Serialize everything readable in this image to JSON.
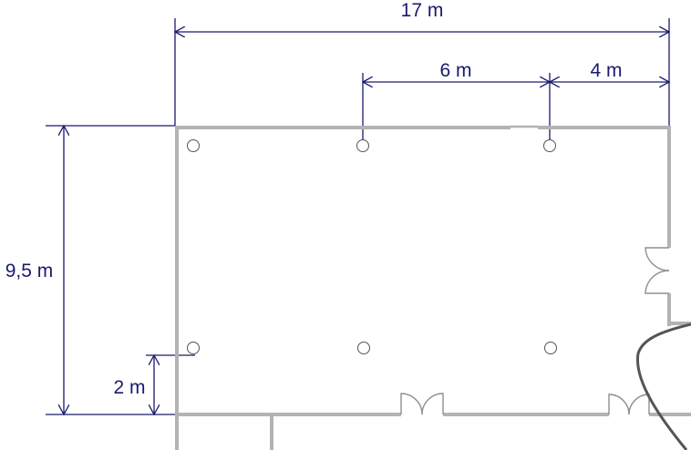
{
  "dimensions": {
    "overall_width": "17 m",
    "column_spacing": "6 m",
    "end_offset": "4 m",
    "overall_depth": "9,5 m",
    "column_offset": "2 m"
  },
  "colors": {
    "dimension": "#1a1a6e",
    "wall": "#b3b3b3",
    "column": "#555555"
  }
}
